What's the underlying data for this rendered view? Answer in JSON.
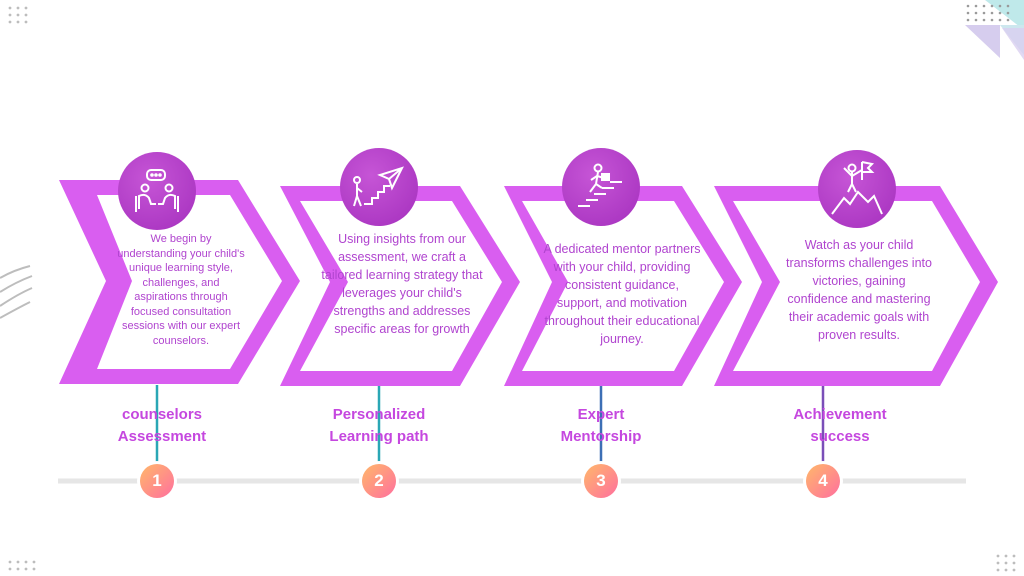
{
  "colors": {
    "chevron": "#d95ef0",
    "text": "#b044cf",
    "timeline": "#e6e6e6",
    "connector_1": "#2aa7b5",
    "connector_2": "#2aa7b5",
    "connector_3": "#3d6fb5",
    "connector_4": "#7a4fb8"
  },
  "steps": [
    {
      "number": "1",
      "title_line1": "counselors",
      "title_line2": "Assessment",
      "icon": "consultation-icon",
      "description": "We begin by understanding your child's unique learning style, challenges, and aspirations through focused consultation sessions with our expert counselors."
    },
    {
      "number": "2",
      "title_line1": "Personalized",
      "title_line2": "Learning  path",
      "icon": "stairs-paper-plane-icon",
      "description": "Using insights from our assessment, we craft a tailored learning strategy that leverages your child's strengths and addresses specific areas for growth"
    },
    {
      "number": "3",
      "title_line1": "Expert",
      "title_line2": "Mentorship",
      "icon": "climbing-stairs-icon",
      "description": "A dedicated mentor partners with your child, providing consistent guidance, support, and motivation throughout their educational journey."
    },
    {
      "number": "4",
      "title_line1": "Achievement",
      "title_line2": "success",
      "icon": "summit-flag-icon",
      "description": "Watch as your child transforms challenges into victories, gaining confidence and mastering their academic goals with proven results."
    }
  ]
}
